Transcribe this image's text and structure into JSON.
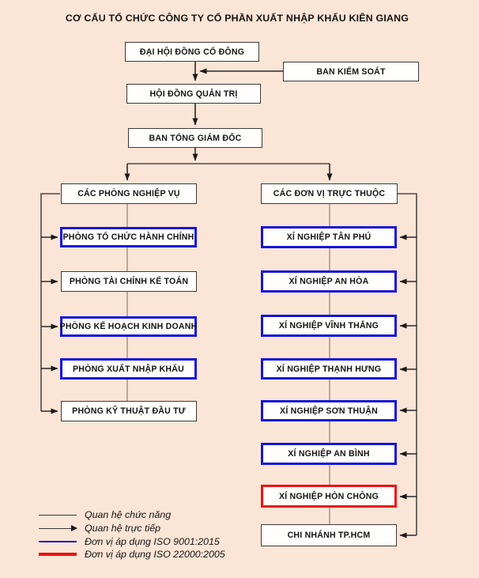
{
  "title": "CƠ CẤU TỔ CHỨC CÔNG TY CỔ PHẦN XUẤT NHẬP KHẨU KIÊN GIANG",
  "colors": {
    "background": "#fbe5d6",
    "box_fill": "#fffefd",
    "box_border_black": "#3a3a3a",
    "iso9001_blue": "#1414dd",
    "iso22000_red": "#ee1111",
    "direct_line": "#3c3c3c",
    "functional_line": "#8d8273"
  },
  "nodes": {
    "dai_hoi_dong_co_dong": {
      "label": "ĐẠI HỘI ĐỒNG CỔ ĐÔNG",
      "iso": null
    },
    "ban_kiem_soat": {
      "label": "BAN KIỂM SOÁT",
      "iso": null
    },
    "hoi_dong_quan_tri": {
      "label": "HỘI ĐỒNG QUẢN TRỊ",
      "iso": null
    },
    "ban_tong_giam_doc": {
      "label": "BAN TỔNG GIÁM ĐỐC",
      "iso": null
    },
    "cac_phong_nghiep_vu": {
      "label": "CÁC PHÒNG NGHIỆP VỤ",
      "iso": null
    },
    "cac_don_vi_truc_thuoc": {
      "label": "CÁC ĐƠN VỊ TRỰC THUỘC",
      "iso": null
    }
  },
  "departments": [
    {
      "label": "PHÒNG TỔ CHỨC HÀNH CHÍNH",
      "iso": "9001:2015"
    },
    {
      "label": "PHÒNG TÀI CHÍNH KẾ TOÁN",
      "iso": null
    },
    {
      "label": "PHÒNG KẾ HOẠCH KINH DOANH",
      "iso": "9001:2015"
    },
    {
      "label": "PHÒNG XUẤT NHẬP KHẨU",
      "iso": "9001:2015"
    },
    {
      "label": "PHÒNG KỸ THUẬT ĐẦU TƯ",
      "iso": null
    }
  ],
  "units": [
    {
      "label": "XÍ NGHIỆP TÂN PHÚ",
      "iso": "9001:2015"
    },
    {
      "label": "XÍ NGHIỆP AN HÒA",
      "iso": "9001:2015"
    },
    {
      "label": "XÍ NGHIỆP VĨNH THẮNG",
      "iso": "9001:2015"
    },
    {
      "label": "XÍ NGHIỆP THẠNH HƯNG",
      "iso": "9001:2015"
    },
    {
      "label": "XÍ NGHIỆP SƠN THUẬN",
      "iso": "9001:2015"
    },
    {
      "label": "XÍ NGHIỆP AN BÌNH",
      "iso": "9001:2015"
    },
    {
      "label": "XÍ NGHIỆP HÒN CHÔNG",
      "iso": "22000:2005"
    },
    {
      "label": "CHI NHÁNH TP.HCM",
      "iso": null
    }
  ],
  "legend": [
    {
      "label": "Quan hệ chức năng",
      "symbol": "thin-line",
      "color": "#3a3a3a"
    },
    {
      "label": "Quan hệ trực tiếp",
      "symbol": "arrow-line",
      "color": "#1a1a1a"
    },
    {
      "label": "Đơn vị áp dụng ISO 9001:2015",
      "symbol": "blue-line",
      "color": "#1414dd"
    },
    {
      "label": "Đơn vị áp dụng ISO 22000:2005",
      "symbol": "red-line",
      "color": "#ee1111"
    }
  ]
}
